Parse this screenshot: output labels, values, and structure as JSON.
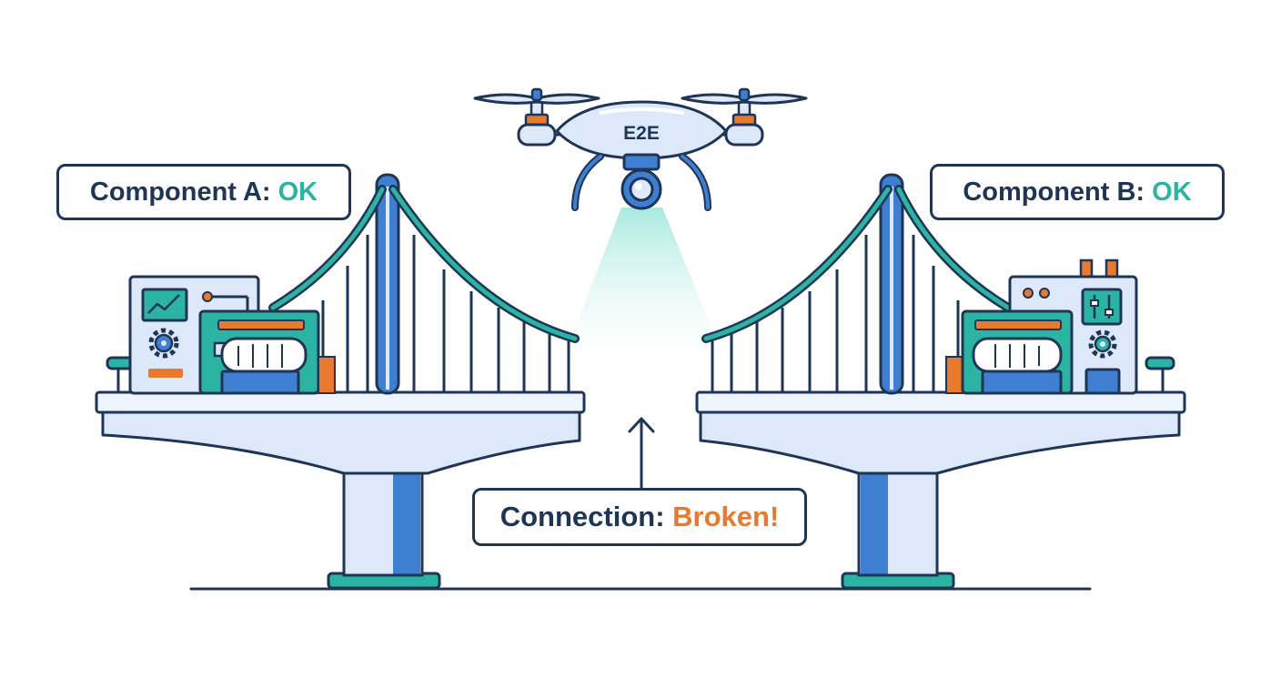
{
  "drone": {
    "label": "E2E"
  },
  "component_a": {
    "prefix": "Component A: ",
    "status": "OK"
  },
  "component_b": {
    "prefix": "Component B: ",
    "status": "OK"
  },
  "connection": {
    "prefix": "Connection: ",
    "status": "Broken!"
  },
  "colors": {
    "outline": "#1f3556",
    "teal": "#2bb3a3",
    "blue": "#3f7fd1",
    "orange": "#e77a2f",
    "light_blue": "#dde9fa",
    "beam": "#bff0e9"
  }
}
